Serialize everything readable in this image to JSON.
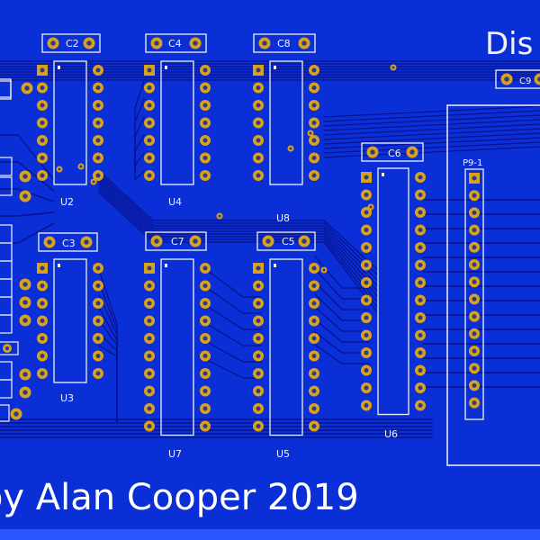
{
  "board": {
    "title_fragment": "Dis",
    "credit": "by Alan Cooper 2019",
    "colors": {
      "substrate": "#0b2fd6",
      "copper_fill": "#1442ee",
      "trace": "#07128a",
      "pad": "#d9a21b",
      "silkscreen": "#f2f2f2"
    }
  },
  "capacitors": [
    {
      "ref": "C2"
    },
    {
      "ref": "C4"
    },
    {
      "ref": "C8"
    },
    {
      "ref": "C9"
    },
    {
      "ref": "C6"
    },
    {
      "ref": "C3"
    },
    {
      "ref": "C7"
    },
    {
      "ref": "C5"
    }
  ],
  "chips": [
    {
      "ref": "U2"
    },
    {
      "ref": "U4"
    },
    {
      "ref": "U8"
    },
    {
      "ref": "U3"
    },
    {
      "ref": "U7"
    },
    {
      "ref": "U5"
    },
    {
      "ref": "U6"
    }
  ],
  "connector": {
    "ref": "P9-1"
  }
}
